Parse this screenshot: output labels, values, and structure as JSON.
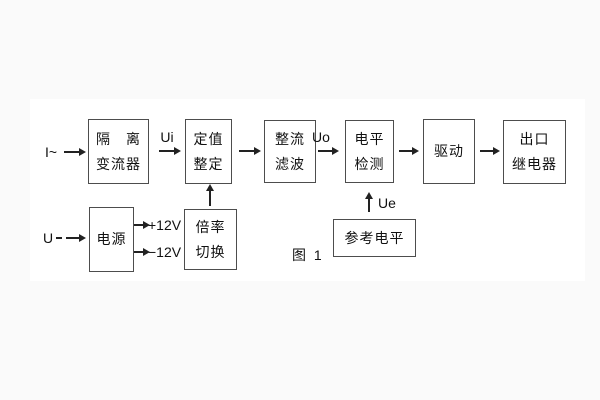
{
  "figure": {
    "caption": "图 1",
    "colors": {
      "background": "#fafafa",
      "panel": "#ffffff",
      "box_border": "#4d4d4d",
      "line": "#222222",
      "text": "#111111"
    }
  },
  "blocks": {
    "isolation": [
      "隔　离",
      "变流器"
    ],
    "setpoint": [
      "定值",
      "整定"
    ],
    "rectifier": [
      "整流",
      "滤波"
    ],
    "level": [
      "电平",
      "检测"
    ],
    "drive": [
      "驱动"
    ],
    "relay": [
      "出口",
      "继电器"
    ],
    "power": [
      "电源"
    ],
    "ratio": [
      "倍率",
      "切换"
    ],
    "reference": [
      "参考电平"
    ]
  },
  "signals": {
    "input_current": "I~",
    "input_voltage": "U",
    "ui": "Ui",
    "uo": "Uo",
    "ue": "Ue",
    "pos_rail": "+12V",
    "neg_rail": "−12V"
  }
}
